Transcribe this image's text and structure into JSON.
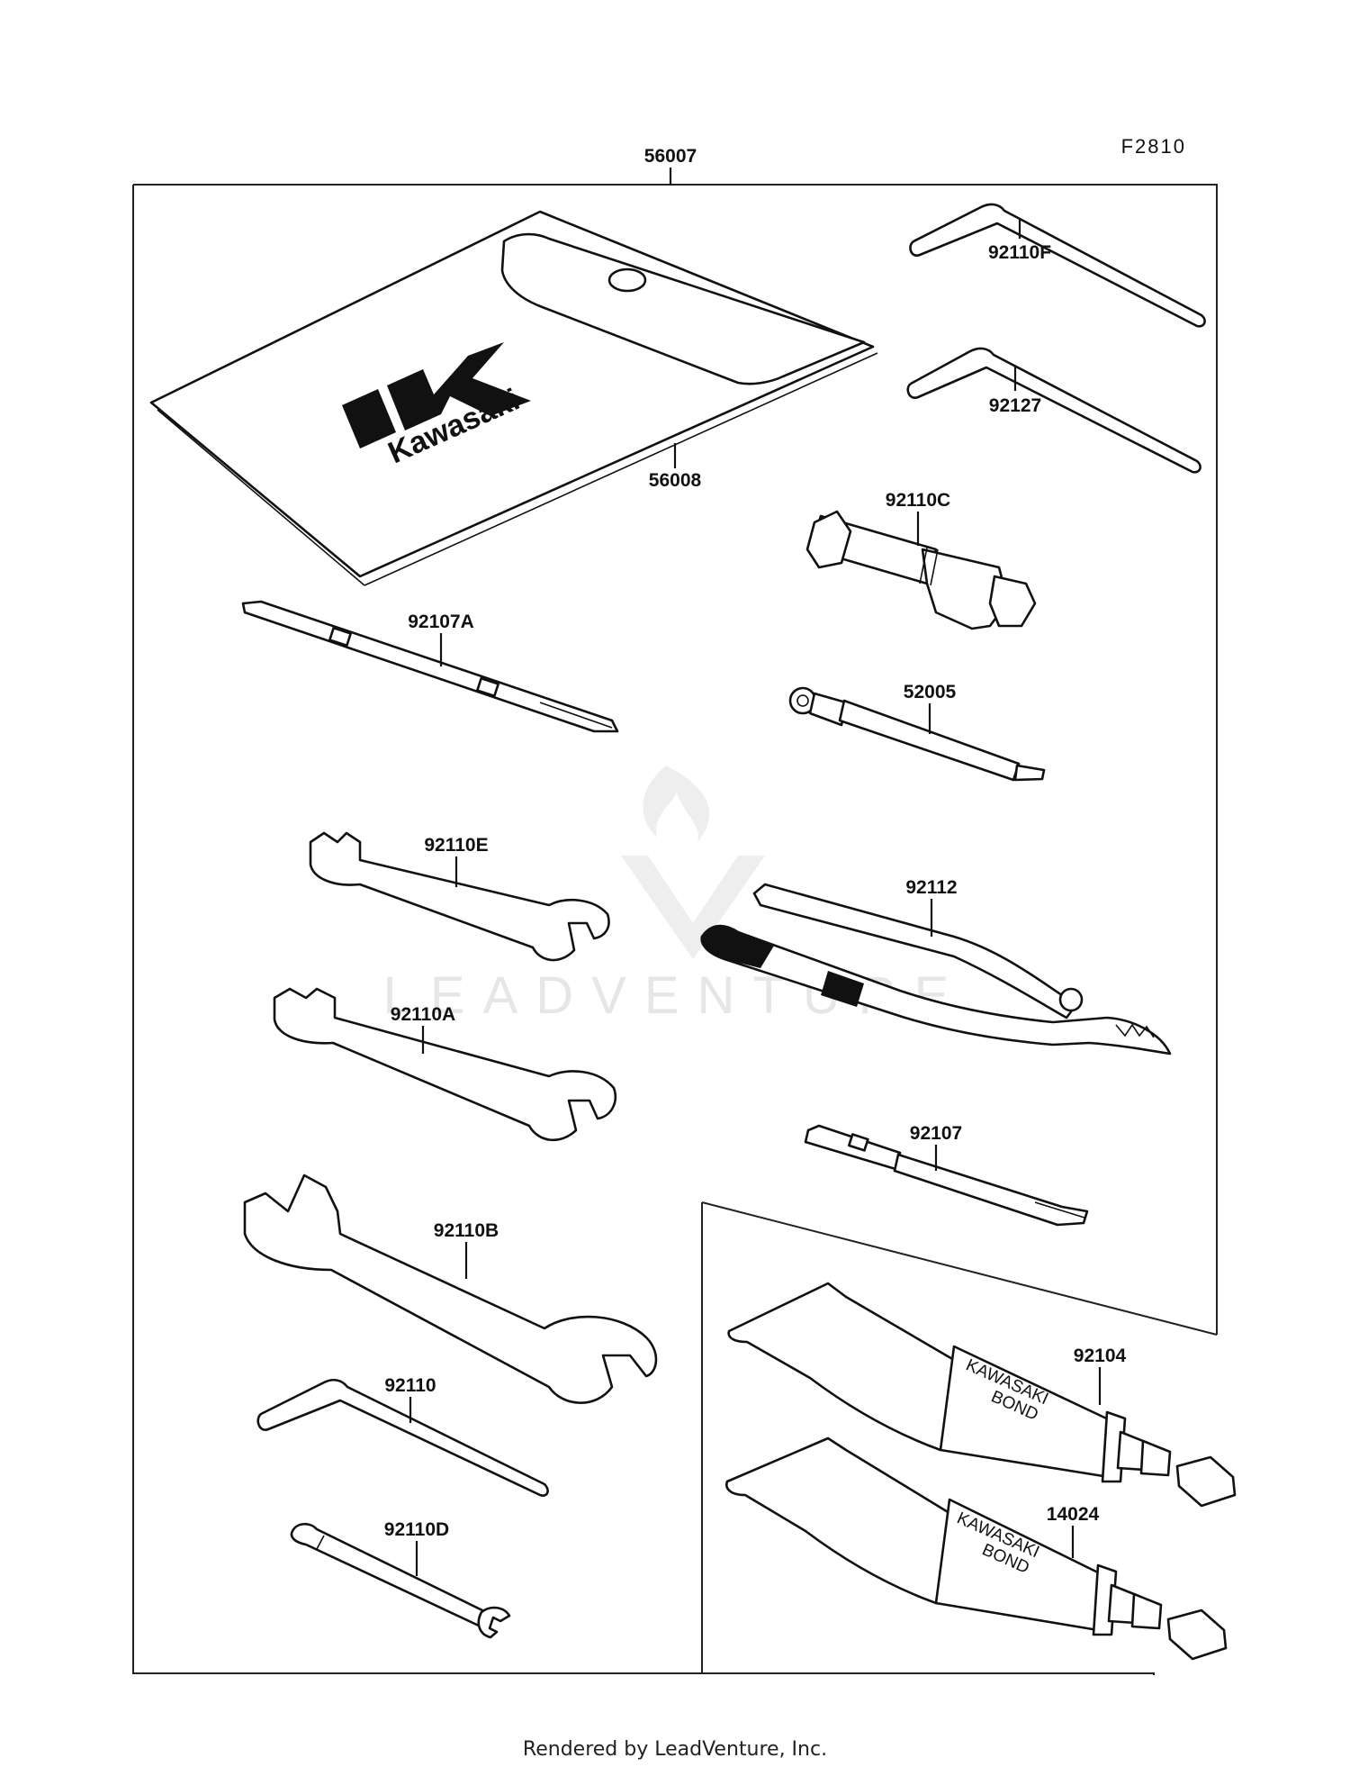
{
  "figure_code": "F2810",
  "watermark_text": "LEADVENTURE",
  "footer_text": "Rendered by LeadVenture, Inc.",
  "brand_text": "Kawasaki",
  "tube_text_line1": "KAWASAKI",
  "tube_text_line2": "BOND",
  "labels": {
    "p56007": "56007",
    "p56008": "56008",
    "p92110F": "92110F",
    "p92127": "92127",
    "p92110C": "92110C",
    "p92107A": "92107A",
    "p52005": "52005",
    "p92110E": "92110E",
    "p92112": "92112",
    "p92110A": "92110A",
    "p92107": "92107",
    "p92110B": "92110B",
    "p92104": "92104",
    "p92110": "92110",
    "p14024": "14024",
    "p92110D": "92110D"
  }
}
